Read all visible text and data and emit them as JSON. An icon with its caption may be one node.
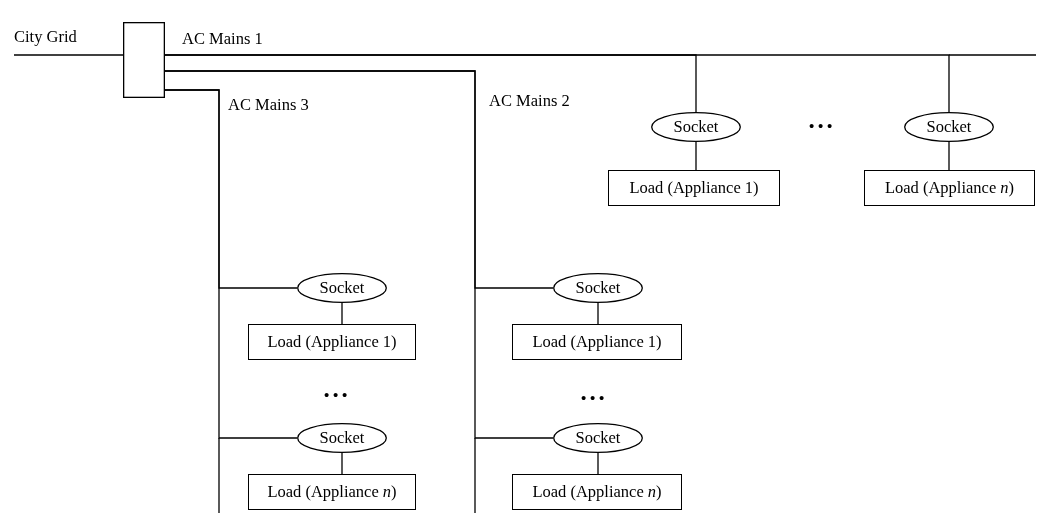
{
  "diagram": {
    "nodes": [
      {
        "text": [
          "City Grid"
        ]
      },
      {
        "text": [],
        "shape": "box"
      },
      {
        "text": [
          "Socket"
        ]
      },
      {
        "text": [
          "Load (Appliance 1)"
        ]
      },
      {
        "text": [
          "Socket"
        ]
      },
      {
        "text": [
          "Load (Appliance *n*)"
        ]
      },
      {
        "text": [
          "Socket"
        ]
      },
      {
        "text": [
          "Load (Appliance 1)"
        ]
      },
      {
        "text": [
          "Socket"
        ]
      },
      {
        "text": [
          "Load (Appliance *n*)"
        ]
      },
      {
        "text": [
          "Socket"
        ]
      },
      {
        "text": [
          "Load (Appliance 1)"
        ]
      },
      {
        "text": [
          "Socket"
        ]
      },
      {
        "text": [
          "Load (Appliance *n*)"
        ]
      }
    ],
    "edges": [
      {
        "from": 0,
        "to": 1,
        "arrow": "none"
      },
      {
        "from": 1,
        "to": 2,
        "arrow": "none"
      },
      {
        "from": 1,
        "to": 4,
        "arrow": "none"
      },
      {
        "from": 1,
        "to": 6,
        "arrow": "none"
      },
      {
        "from": 1,
        "to": 8,
        "arrow": "none"
      },
      {
        "from": 1,
        "to": 10,
        "arrow": "none"
      },
      {
        "from": 1,
        "to": 12,
        "arrow": "none"
      },
      {
        "from": 2,
        "to": 3,
        "arrow": "none"
      },
      {
        "from": 4,
        "to": 5,
        "arrow": "none"
      },
      {
        "from": 6,
        "to": 7,
        "arrow": "none"
      },
      {
        "from": 8,
        "to": 9,
        "arrow": "none"
      },
      {
        "from": 10,
        "to": 11,
        "arrow": "none"
      },
      {
        "from": 12,
        "to": 13,
        "arrow": "none"
      }
    ],
    "labels": [
      "AC Mains 1",
      "AC Mains 3",
      "AC Mains 2",
      "• • •",
      "• • •",
      "• • •"
    ]
  }
}
